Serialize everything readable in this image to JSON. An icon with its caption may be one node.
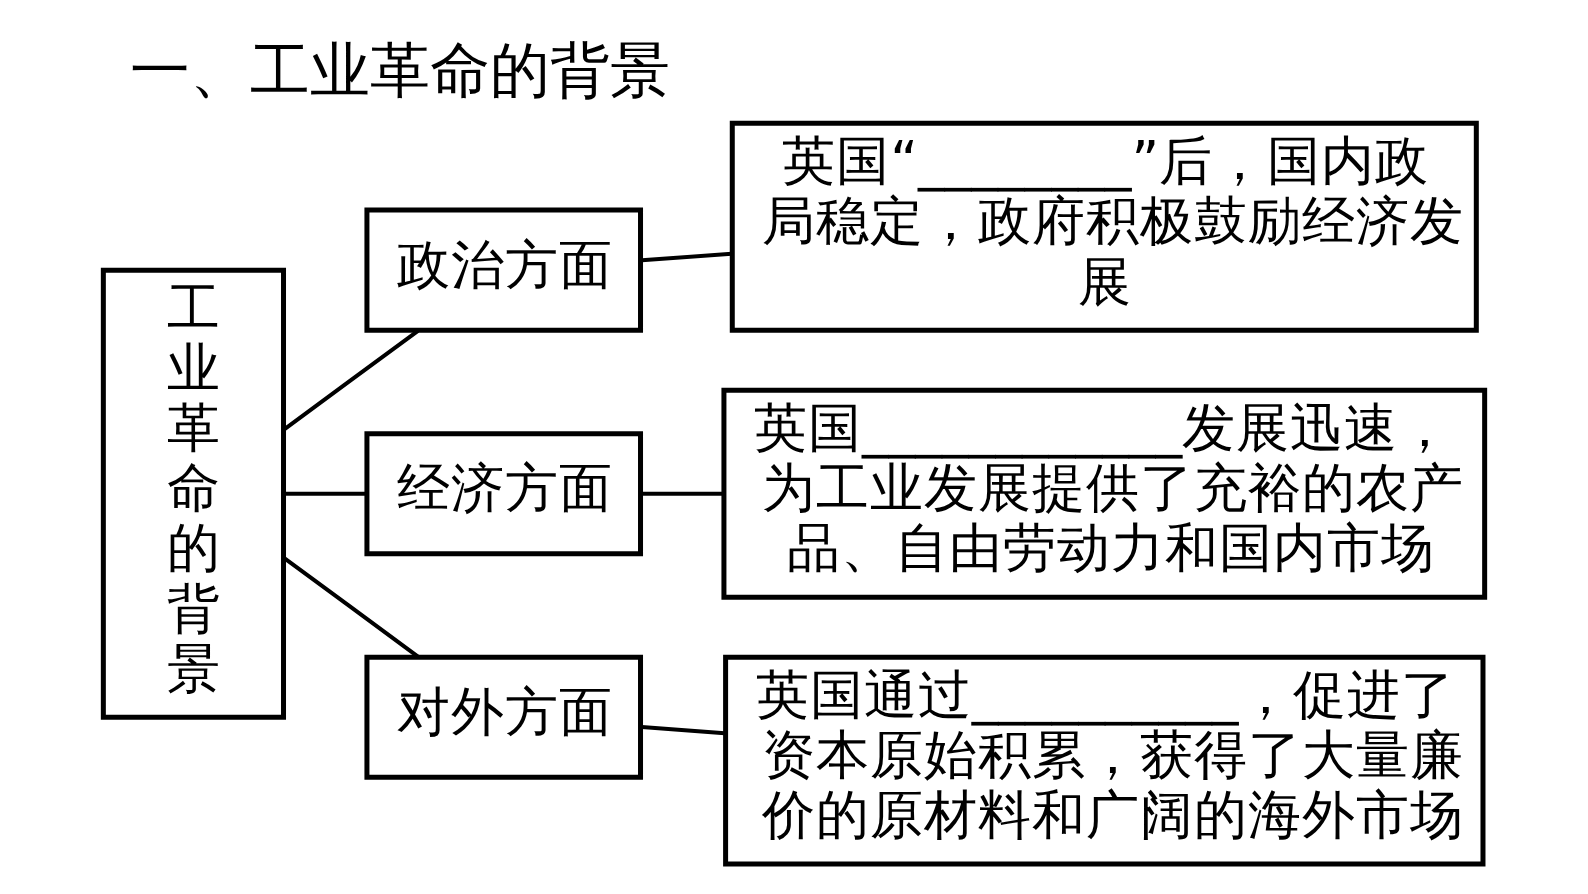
{
  "diagram": {
    "title": "一、工业革命的背景",
    "nodes": [
      {
        "text": [
          "工业革命的背景"
        ]
      },
      {
        "text": [
          "政治方面"
        ]
      },
      {
        "text": [
          "经济方面"
        ]
      },
      {
        "text": [
          "对外方面"
        ]
      },
      {
        "text": [
          "英国“________”后，国内政局稳定，政府积极鼓励经济发展"
        ]
      },
      {
        "text": [
          "英国____________发展迅速，为工业发展提供了充裕的农产品、自由劳动力和国内市场"
        ]
      },
      {
        "text": [
          "英国通过__________，促进了资本原始积累，获得了大量廉价的原材料和广阔的海外市场"
        ]
      }
    ],
    "edges": [
      {
        "from": 0,
        "to": 1,
        "arrow": "none"
      },
      {
        "from": 0,
        "to": 2,
        "arrow": "none"
      },
      {
        "from": 0,
        "to": 3,
        "arrow": "none"
      },
      {
        "from": 1,
        "to": 4,
        "arrow": "none"
      },
      {
        "from": 2,
        "to": 5,
        "arrow": "none"
      },
      {
        "from": 3,
        "to": 6,
        "arrow": "none"
      }
    ]
  }
}
